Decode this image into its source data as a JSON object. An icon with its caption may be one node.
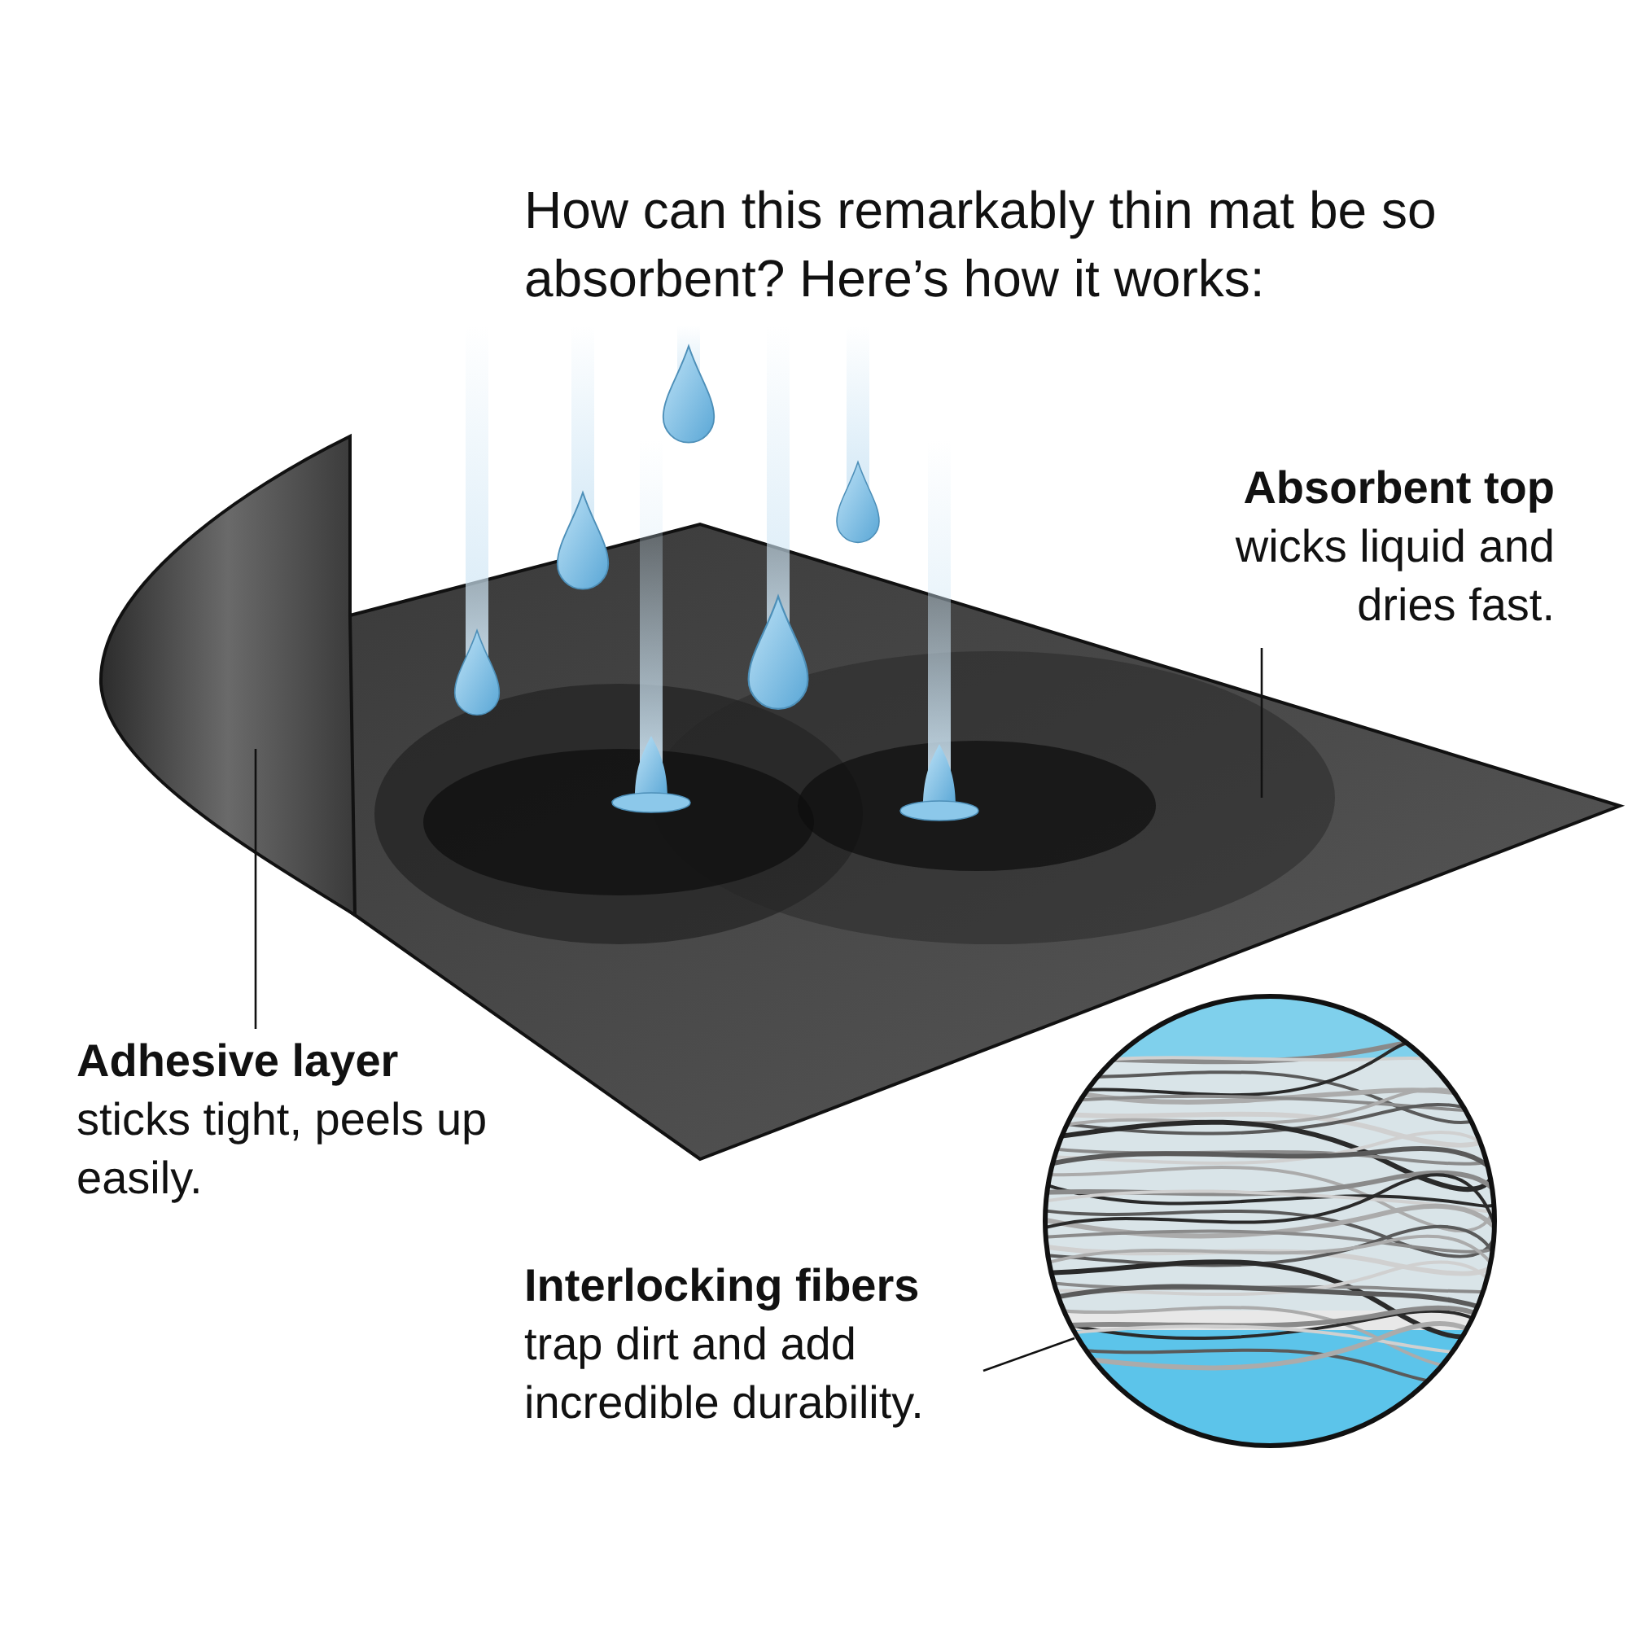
{
  "diagram": {
    "title": "How can this remarkably thin mat be so absorbent? Here’s how it works:",
    "nodes": [
      {
        "text": [
          "Absorbent top",
          "wicks liquid and dries fast."
        ]
      },
      {
        "text": [],
        "shape": "picture"
      },
      {
        "text": [
          "**Adhesive layer** sticks tight, peels up easily."
        ]
      },
      {
        "text": [],
        "shape": "picture"
      },
      {
        "text": [
          "Interlocking fibers",
          "trap dirt and add incredible durability."
        ]
      },
      {
        "text": [],
        "shape": "picture"
      }
    ],
    "edges": [
      {
        "from": 0,
        "to": 1,
        "arrow": "none"
      },
      {
        "from": 2,
        "to": 3,
        "arrow": "none"
      },
      {
        "from": 4,
        "to": 5,
        "arrow": "none"
      }
    ]
  }
}
